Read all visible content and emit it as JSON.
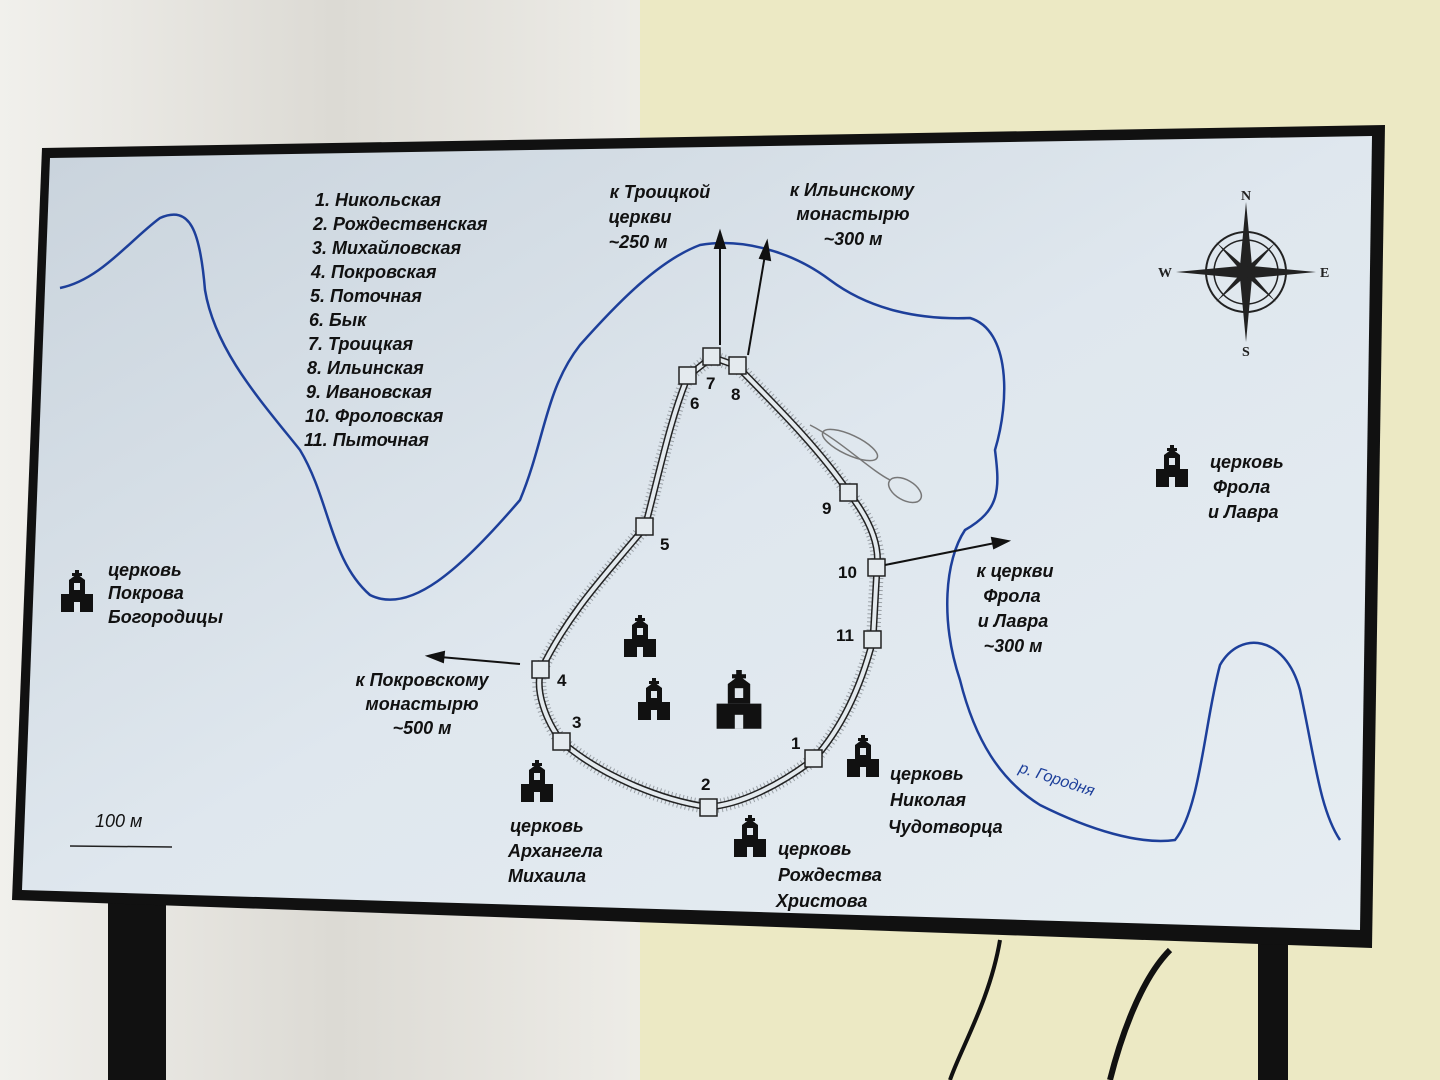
{
  "map": {
    "towers_legend": [
      "1. Никольская",
      "2. Рождественская",
      "3. Михайловская",
      "4. Покровская",
      "5. Поточная",
      "6. Бык",
      "7. Троицкая",
      "8. Ильинская",
      "9. Ивановская",
      "10. Фроловская",
      "11. Пыточная"
    ],
    "tower_numbers": [
      "1",
      "2",
      "3",
      "4",
      "5",
      "6",
      "7",
      "8",
      "9",
      "10",
      "11"
    ],
    "directions": {
      "troitskaya": [
        "к Троицкой",
        "церкви",
        "~250 м"
      ],
      "ilyinsky": [
        "к Ильинскому",
        "монастырю",
        "~300 м"
      ],
      "frol": [
        "к церкви",
        "Фрола",
        "и Лавра",
        "~300 м"
      ],
      "pokrovsky": [
        "к Покровскому",
        "монастырю",
        "~500 м"
      ]
    },
    "churches": {
      "pokrova": [
        "церковь",
        "Покрова",
        "Богородицы"
      ],
      "frola": [
        "церковь",
        "Фрола",
        "и Лавра"
      ],
      "nikolaya": [
        "церковь",
        "Николая",
        "Чудотворца"
      ],
      "arhangela": [
        "церковь",
        "Архангела",
        "Михаила"
      ],
      "rozhdestva": [
        "церковь",
        "Рождества",
        "Христова"
      ]
    },
    "river_label": "р. Городня",
    "scale_label": "100 м",
    "compass": {
      "n": "N",
      "s": "S",
      "e": "E",
      "w": "W"
    },
    "colors": {
      "river": "#1d3f9a",
      "screen": "#dfe6ec",
      "bezel": "#111111"
    }
  }
}
